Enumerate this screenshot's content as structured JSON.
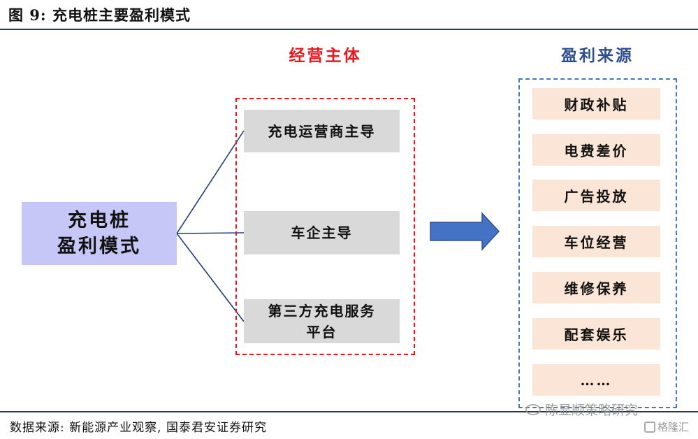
{
  "figure": {
    "title": "图 9:  充电桩主要盈利模式"
  },
  "center_node": {
    "line1": "充电桩",
    "line2": "盈利模式"
  },
  "operating_subjects": {
    "title": "经营主体",
    "items": [
      {
        "line1": "充电运营商主导",
        "line2": ""
      },
      {
        "line1": "车企主导",
        "line2": ""
      },
      {
        "line1": "第三方充电服务",
        "line2": "平台"
      }
    ]
  },
  "profit_sources": {
    "title": "盈利来源",
    "items": [
      "财政补贴",
      "电费差价",
      "广告投放",
      "车位经营",
      "维修保养",
      "配套娱乐",
      "……"
    ]
  },
  "footnote": "数据来源: 新能源产业观察, 国泰君安证券研究",
  "watermark": {
    "text": "陈显顺策略研究",
    "logo": "格隆汇"
  },
  "colors": {
    "red_accent": "#e8171f",
    "blue_accent": "#2e4f8f",
    "arrow": "#4472c4"
  }
}
